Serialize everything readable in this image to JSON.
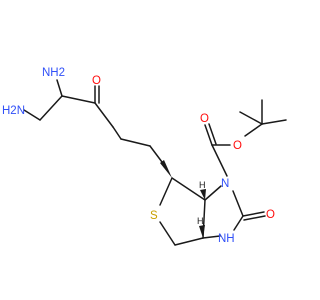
{
  "molecule": {
    "atoms": {
      "nh2_top": {
        "symbol": "NH2",
        "color": "#3050F8"
      },
      "nh2_left": {
        "symbol": "H2N",
        "color": "#3050F8"
      },
      "o_ketone": {
        "symbol": "O",
        "color": "#FF0D0D"
      },
      "s_ring": {
        "symbol": "S",
        "color": "#C8A000"
      },
      "n_carbamate": {
        "symbol": "N",
        "color": "#3050F8"
      },
      "nh_urea": {
        "symbol": "NH",
        "color": "#3050F8"
      },
      "o_urea": {
        "symbol": "O",
        "color": "#FF0D0D"
      },
      "o_ester_carbonyl": {
        "symbol": "O",
        "color": "#FF0D0D"
      },
      "o_ester": {
        "symbol": "O",
        "color": "#FF0D0D"
      },
      "h_top": {
        "symbol": "H",
        "color": "#1a1a1a"
      },
      "h_bottom": {
        "symbol": "H",
        "color": "#1a1a1a"
      }
    }
  }
}
